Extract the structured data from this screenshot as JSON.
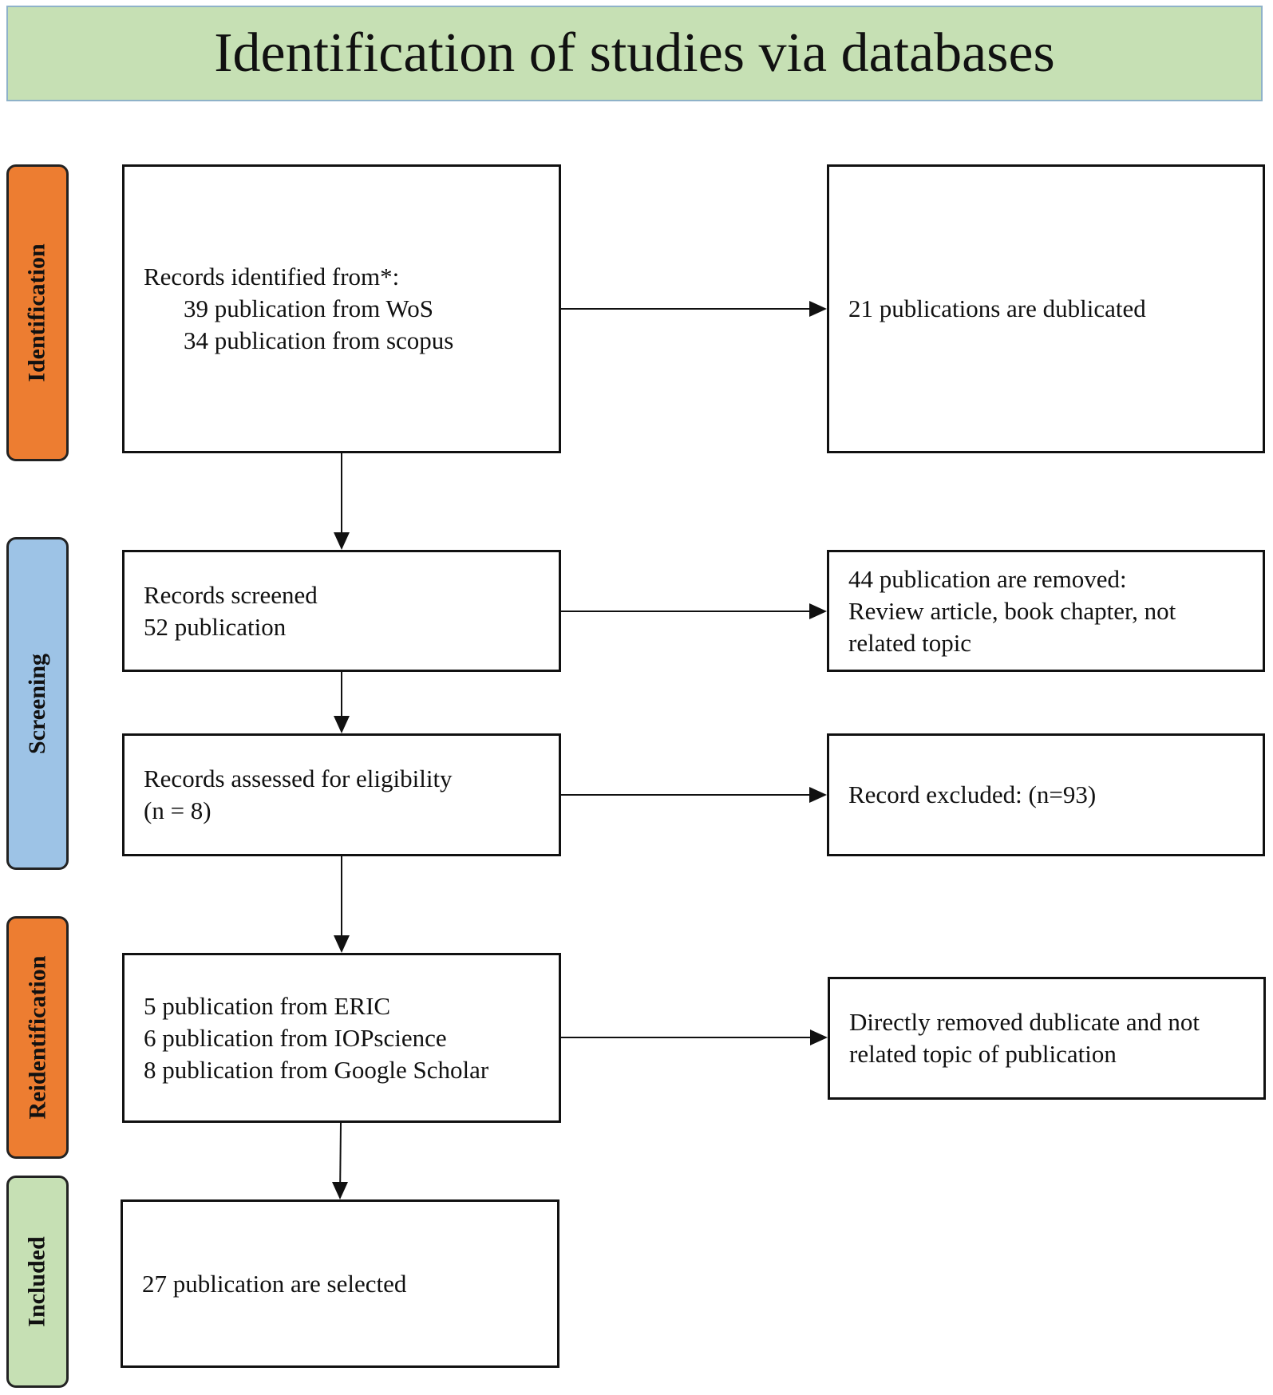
{
  "header": {
    "title": "Identification of studies via databases"
  },
  "phases": {
    "identification": {
      "label": "Identification",
      "color": "#ed7d31"
    },
    "screening": {
      "label": "Screening",
      "color": "#9dc3e6"
    },
    "reidentification": {
      "label": "Reidentification",
      "color": "#ed7d31"
    },
    "included": {
      "label": "Included",
      "color": "#c6e0b4"
    }
  },
  "boxes": {
    "records_identified": {
      "heading": "Records identified from*:",
      "line1": "39 publication from WoS",
      "line2": "34 publication from scopus"
    },
    "duplicates": {
      "text": "21 publications are dublicated"
    },
    "records_screened": {
      "line1": "Records screened",
      "line2": "52 publication"
    },
    "removed": {
      "line1": "44 publication are removed:",
      "line2": "Review article, book chapter, not",
      "line3": "related topic"
    },
    "eligibility": {
      "line1": "Records assessed for eligibility",
      "line2": "(n = 8)"
    },
    "excluded": {
      "text": "Record excluded: (n=93)"
    },
    "reidentified": {
      "line1": "5 publication from ERIC",
      "line2": "6 publication from IOPscience",
      "line3": "8 publication from Google Scholar"
    },
    "direct_removed": {
      "line1": "Directly removed dublicate and not",
      "line2": "related topic of publication"
    },
    "selected": {
      "text": "27 publication are selected"
    }
  }
}
